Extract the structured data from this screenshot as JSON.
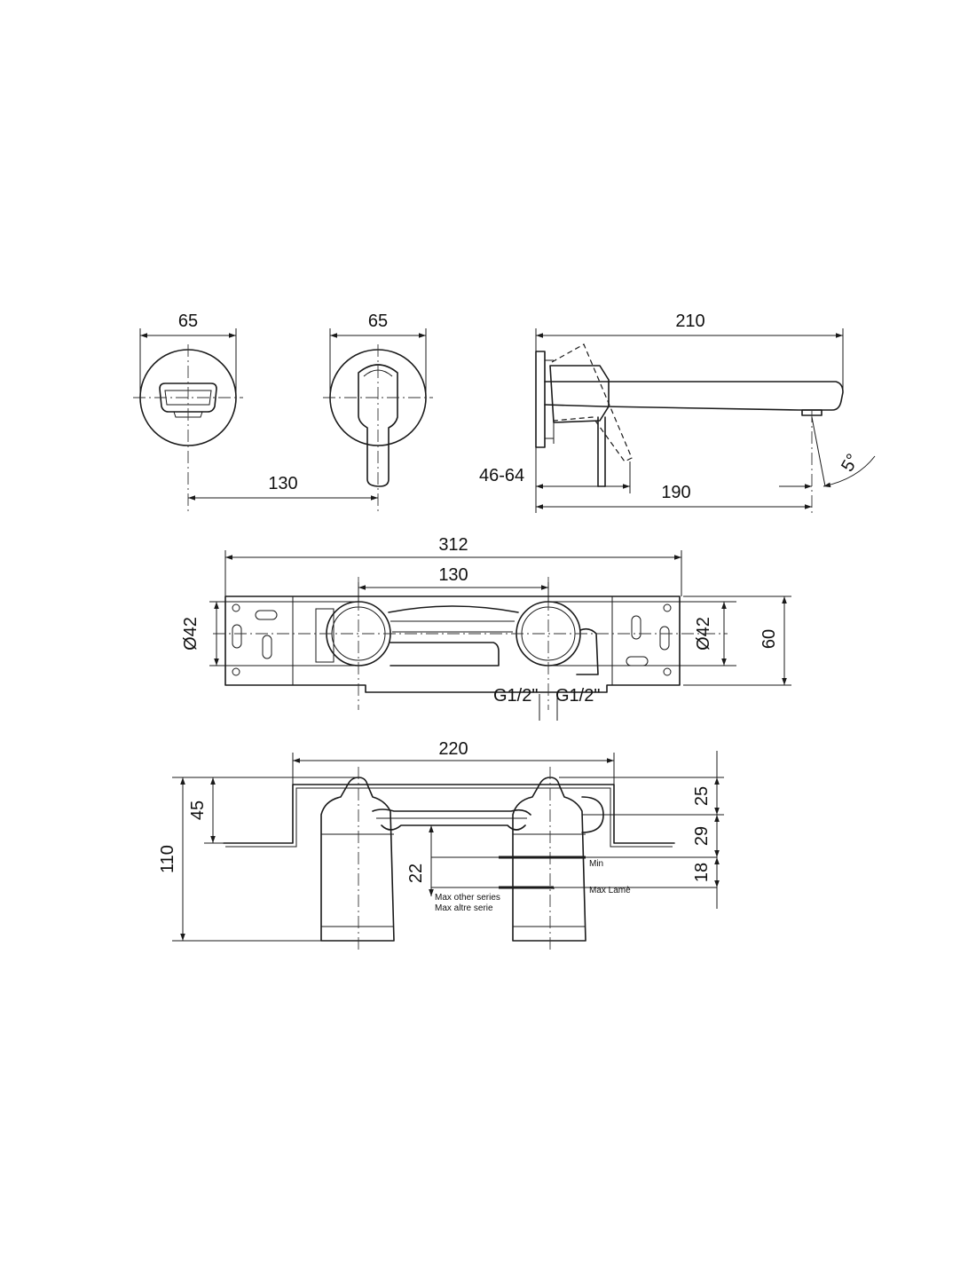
{
  "front_views": {
    "spout_width": "65",
    "handle_width": "65",
    "center_distance": "130"
  },
  "side_view": {
    "spout_length": "210",
    "wall_depth": "46-64",
    "spout_projection": "190",
    "flow_angle": "5°"
  },
  "plate_view": {
    "plate_length": "312",
    "inlet_spacing": "130",
    "left_bore": "Ø42",
    "right_bore": "Ø42",
    "plate_height": "60",
    "left_thread": "G1/2\"",
    "right_thread": "G1/2\""
  },
  "section_view": {
    "bracket_width": "220",
    "total_depth": "110",
    "upper_depth": "45",
    "collar_height": "25",
    "mid_height": "29",
    "lower_height": "18",
    "adjust_range": "22",
    "label_min": "Min",
    "label_max_lame": "Max Lamè",
    "label_max_other_en": "Max other series",
    "label_max_other_it": "Max altre serie"
  }
}
